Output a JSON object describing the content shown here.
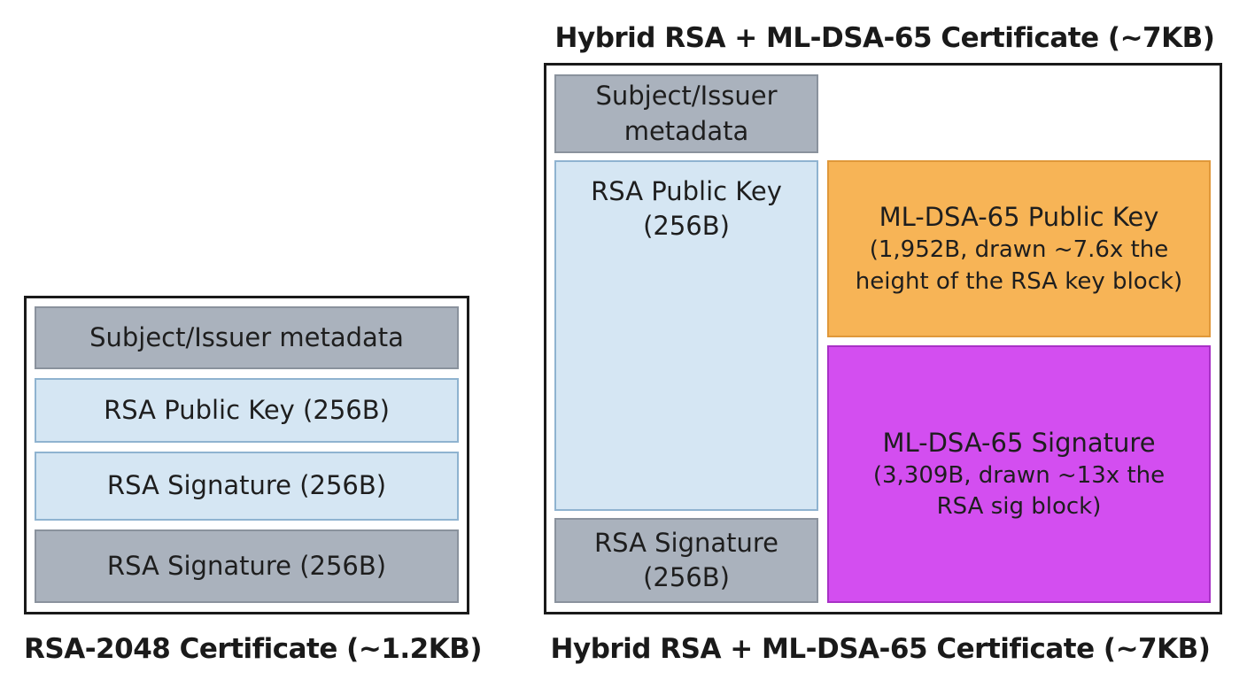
{
  "left": {
    "caption": "RSA-2048 Certificate (~1.2KB)",
    "blocks": {
      "metadata": "Subject/Issuer metadata",
      "public_key": "RSA Public Key (256B)",
      "signature_1": "RSA Signature (256B)",
      "signature_2": "RSA Signature (256B)"
    }
  },
  "right": {
    "caption_top": "Hybrid RSA + ML-DSA-65 Certificate (~7KB)",
    "caption_bottom": "Hybrid RSA + ML-DSA-65 Certificate (~7KB)",
    "blocks": {
      "metadata": "Subject/Issuer\nmetadata",
      "rsa_public_key": "RSA Public Key\n(256B)",
      "rsa_signature": "RSA Signature\n(256B)",
      "mldsa_public_key_title": "ML-DSA-65 Public Key",
      "mldsa_public_key_detail": "(1,952B, drawn ~7.6x the\nheight of the RSA key block)",
      "mldsa_signature_title": "ML-DSA-65 Signature",
      "mldsa_signature_detail": "(3,309B, drawn ~13x the\nRSA sig block)"
    }
  },
  "colors": {
    "metadata": "#aab2bd",
    "rsa": "#d5e6f3",
    "mldsa_public_key": "#f7b456",
    "mldsa_signature": "#d34ef0"
  }
}
